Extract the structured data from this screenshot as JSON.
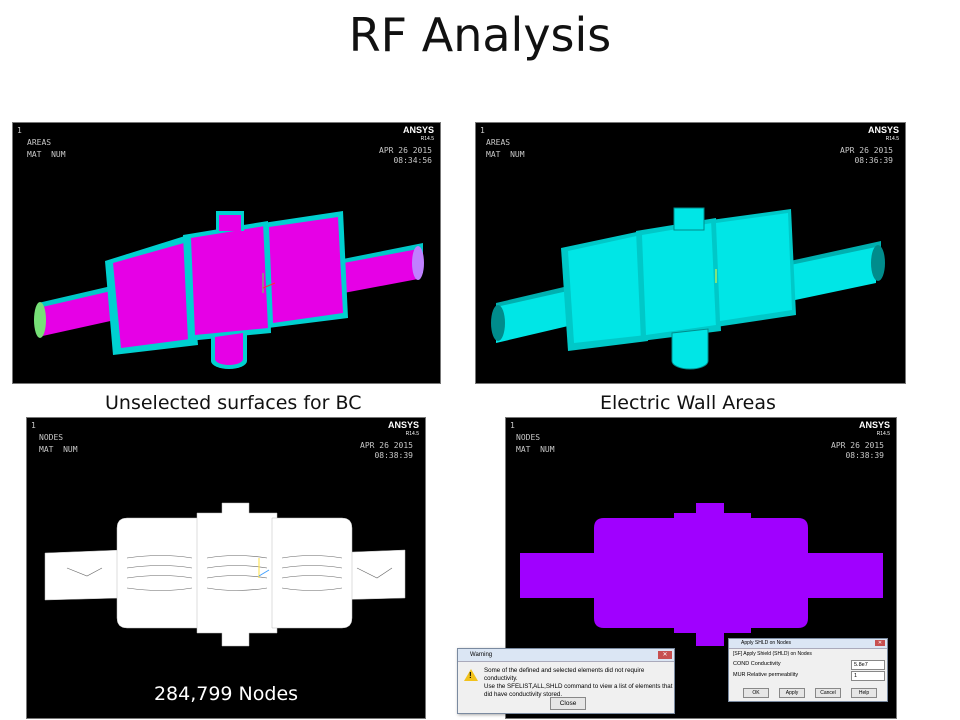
{
  "slide": {
    "title": "RF Analysis",
    "caption_top_left": "Unselected surfaces for BC",
    "caption_top_right": "Electric Wall Areas",
    "nodes_count": "284,799 Nodes"
  },
  "colors": {
    "magenta_area": "#e600e6",
    "cyan_area": "#00e6e6",
    "mesh_white": "#ffffff",
    "purple_nodes": "#a000ff",
    "background": "#000000"
  },
  "panels": {
    "top_left": {
      "window_num": "1",
      "line1": "AREAS",
      "line2": "MAT  NUM",
      "date": "APR 26 2015",
      "time": "08:34:56",
      "logo": "ANSYS",
      "version": "R14.5"
    },
    "top_right": {
      "window_num": "1",
      "line1": "AREAS",
      "line2": "MAT  NUM",
      "date": "APR 26 2015",
      "time": "08:36:39",
      "logo": "ANSYS",
      "version": "R14.5"
    },
    "bottom_left": {
      "window_num": "1",
      "line1": "NODES",
      "line2": "MAT  NUM",
      "date": "APR 26 2015",
      "time": "08:38:39",
      "logo": "ANSYS",
      "version": "R14.5"
    },
    "bottom_right": {
      "window_num": "1",
      "line1": "NODES",
      "line2": "MAT  NUM",
      "date": "APR 26 2015",
      "time": "08:38:39",
      "logo": "ANSYS",
      "version": "R14.5"
    }
  },
  "warning_dialog": {
    "title": "Warning",
    "message": "Some of the defined and selected elements did not require conductivity.\nUse the SFELIST,ALL,SHLD command to view a list of elements that did have conductivity stored.",
    "close_label": "Close"
  },
  "shld_dialog": {
    "title": "Apply SHLD on Nodes",
    "subtitle": "[SF] Apply Shield (SHLD) on Nodes",
    "cond_label": "COND Conductivity",
    "cond_value": "5.8e7",
    "mur_label": "MUR  Relative permeability",
    "mur_value": "1",
    "ok_label": "OK",
    "apply_label": "Apply",
    "cancel_label": "Cancel",
    "help_label": "Help"
  }
}
